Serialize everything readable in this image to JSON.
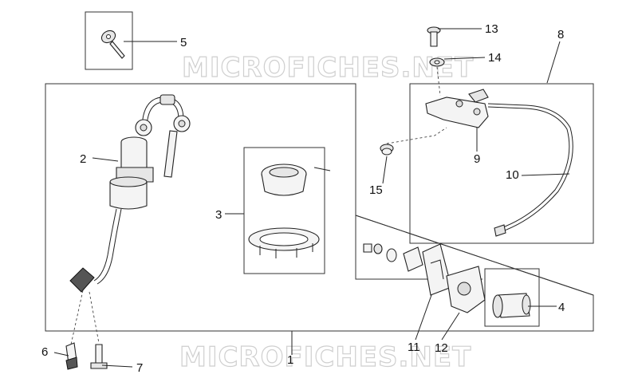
{
  "watermarks": {
    "top": "MICROFICHES.NET",
    "bottom": "MICROFICHES.NET"
  },
  "callouts": {
    "c1": "1",
    "c2": "2",
    "c3": "3",
    "c4": "4",
    "c5": "5",
    "c6": "6",
    "c7": "7",
    "c8": "8",
    "c9": "9",
    "c10": "10",
    "c11": "11",
    "c12": "12",
    "c13": "13",
    "c14": "14",
    "c15": "15"
  }
}
